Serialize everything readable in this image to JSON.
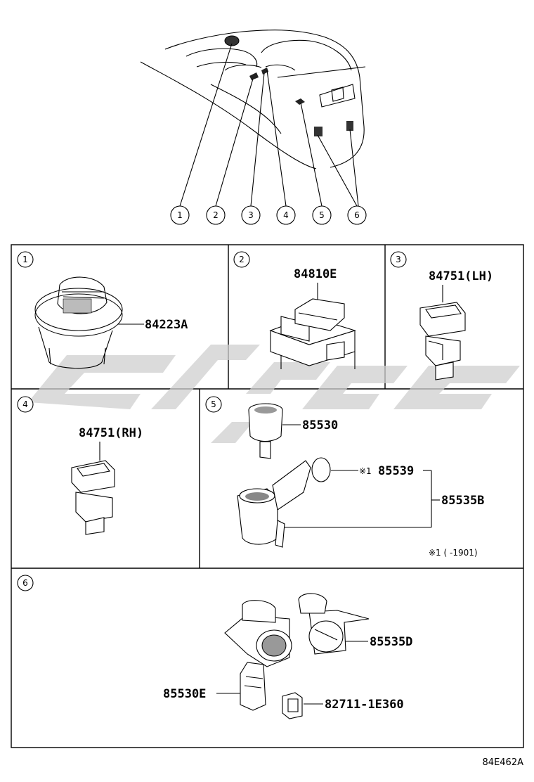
{
  "callout_numbers": [
    "1",
    "2",
    "3",
    "4",
    "5",
    "6"
  ],
  "panels": [
    {
      "index": "1",
      "parts": [
        "84223A"
      ]
    },
    {
      "index": "2",
      "parts": [
        "84810E"
      ]
    },
    {
      "index": "3",
      "parts": [
        "84751(LH)"
      ]
    },
    {
      "index": "4",
      "parts": [
        "84751(RH)"
      ]
    },
    {
      "index": "5",
      "parts": [
        "85530",
        "85539",
        "85535B"
      ],
      "note_mark": "※1",
      "note_text": "※1 (      -1901)"
    },
    {
      "index": "6",
      "parts": [
        "85535D",
        "85530E",
        "82711-1E360"
      ]
    }
  ],
  "drawing_code": "84E462A"
}
